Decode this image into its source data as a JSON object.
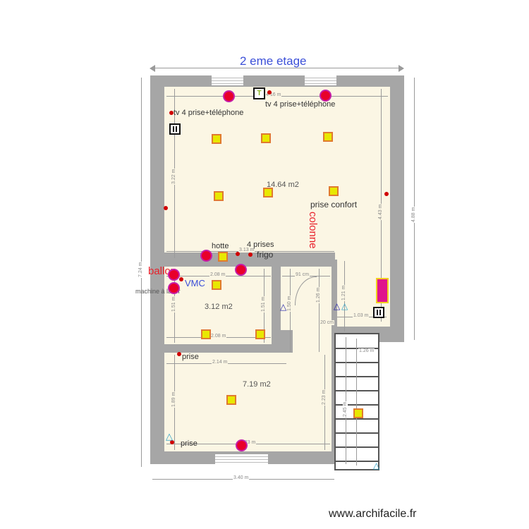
{
  "plan": {
    "title": "2 eme etage",
    "watermark": "www.archifacile.fr",
    "colors": {
      "wall": "#a6a6a6",
      "floor": "#fbf6e4",
      "title": "#3b4fd8",
      "red_label": "#e8202a",
      "vmc_label": "#3b4fd8",
      "light_border": "#e07a30",
      "light_fill": "#e8e800",
      "radiator": "#e0148c"
    }
  },
  "rooms": [
    {
      "name": "main-room",
      "area": "14.64 m2"
    },
    {
      "name": "laundry-room",
      "area": "3.12 m2"
    },
    {
      "name": "lower-room",
      "area": "7.19 m2"
    }
  ],
  "labels": {
    "tv_left": "tv 4 prise+téléphone",
    "tv_top": "tv 4 prise+téléphone",
    "prise_confort": "prise confort",
    "colonne": "colonne",
    "hotte": "hotte",
    "four_prises": "4 prises",
    "frigo": "frigo",
    "ballon": "ballon",
    "vmc": "VMC",
    "machine_a_laver": "machine à laver",
    "prise_mid": "prise",
    "prise_bottom": "prise",
    "tel_symbol": "T"
  },
  "dimensions": {
    "top_width": "4.16 m",
    "main_height_left": "3.22 m",
    "main_height_right": "4.43 m",
    "overall_right": "4.88 m",
    "overall_left": "7.24 m",
    "kitchen_width": "3.13 m",
    "laundry_width_top": "2.08 m",
    "laundry_width_bottom": "2.08 m",
    "laundry_height_left": "1.51 m",
    "laundry_height_right": "1.51 m",
    "door_width": "91 cm",
    "corridor_height": "1.26 m",
    "corridor_height_left": "1.50 m",
    "right_small_height": "1.21 m",
    "small_gap": "20 cm",
    "right_width": "1.03 m",
    "stair_width": "1.26 m",
    "stair_length": "2.45 m",
    "lower_width": "2.14 m",
    "lower_height_left": "1.89 m",
    "lower_height_right": "2.23 m",
    "lower_bottom": "2.23 m",
    "overall_bottom": "3.40 m"
  }
}
